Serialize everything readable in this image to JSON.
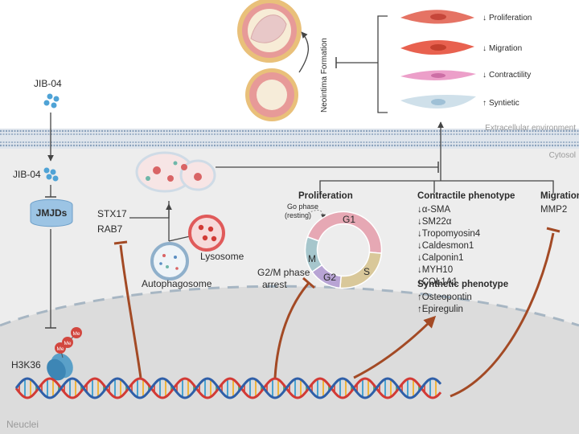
{
  "environment": {
    "extracellular": "Extracellular environment",
    "cytosol": "Cytosol",
    "nuclei": "Neuclei"
  },
  "drug": {
    "outside": "JIB-04",
    "inside": "JIB-04",
    "target": "JMJDs",
    "histone": "H3K36",
    "me_marks": [
      "Me",
      "Me",
      "Me"
    ]
  },
  "autophagy": {
    "genes": [
      "STX17",
      "RAB7"
    ],
    "autophagosome": "Autophagosome",
    "lysosome": "Lysosome"
  },
  "vessel": {
    "neointima": "Neointima Formation"
  },
  "cell_effects": [
    {
      "arrow": "↓",
      "label": "Proliferation",
      "color": "#e57364"
    },
    {
      "arrow": "↓",
      "label": "Migration",
      "color": "#e8614f"
    },
    {
      "arrow": "↓",
      "label": "Contractility",
      "color": "#e99ac8"
    },
    {
      "arrow": "↑",
      "label": "Syntietic",
      "color": "#a9c6d8"
    }
  ],
  "proliferation": {
    "title": "Proliferation",
    "g0_note_line1": "Go phase",
    "g0_note_line2": "(resting)",
    "phases": [
      {
        "label": "G1",
        "color": "#e6a8b4"
      },
      {
        "label": "S",
        "color": "#d9c89a"
      },
      {
        "label": "G2",
        "color": "#b8a4d4"
      },
      {
        "label": "M",
        "color": "#a6c6cc"
      }
    ],
    "arrest_line1": "G2/M phase",
    "arrest_line2": "arrest"
  },
  "contractile": {
    "title": "Contractile phenotype",
    "items": [
      "↓α-SMA",
      "↓SM22α",
      "↓Tropomyosin4",
      "↓Caldesmon1",
      "↓Calponin1",
      "↓MYH10",
      "↓COL1A1"
    ]
  },
  "synthetic": {
    "title": "Synthetic phenotype",
    "items": [
      "↑Osteopontin",
      "↑Epiregulin"
    ]
  },
  "migration": {
    "title": "Migration",
    "items": [
      "MMP2"
    ]
  },
  "colors": {
    "inhibit_arrow": "#b5522f",
    "dna_red": "#d23a35",
    "dna_blue": "#2f5fa8",
    "membrane": "#9db3c9",
    "jmjd": "#7fb2d8",
    "me_red": "#d2473f"
  }
}
